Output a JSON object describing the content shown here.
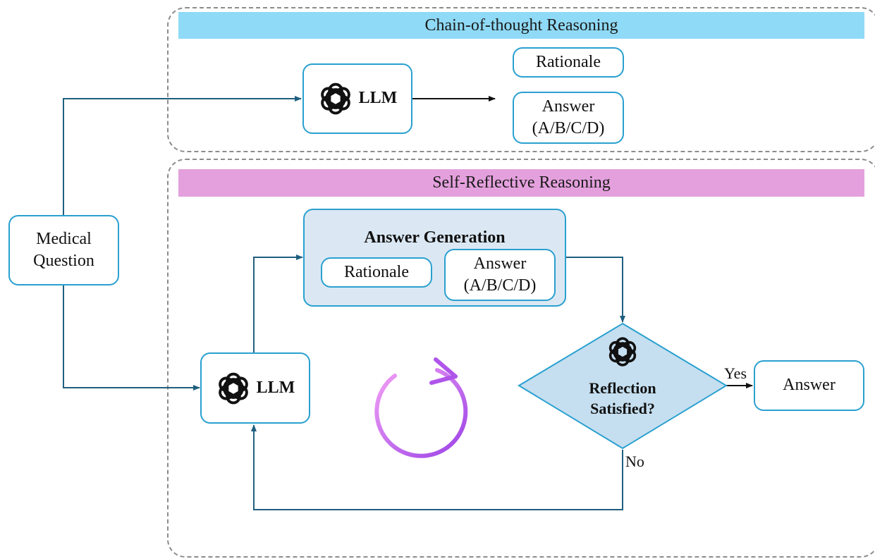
{
  "cot": {
    "title": "Chain-of-thought Reasoning",
    "banner_color": "#8fdaf6",
    "llm_label": "LLM",
    "rationale_label": "Rationale",
    "answer_label": "Answer",
    "answer_choices": "(A/B/C/D)"
  },
  "srr": {
    "title": "Self-Reflective Reasoning",
    "banner_color": "#e4a0dd",
    "llm_label": "LLM",
    "generation": {
      "title": "Answer Generation",
      "rationale_label": "Rationale",
      "answer_label": "Answer",
      "answer_choices": "(A/B/C/D)"
    },
    "reflection": {
      "line1": "Reflection",
      "line2": "Satisfied?"
    },
    "yes_label": "Yes",
    "no_label": "No",
    "final_answer_label": "Answer"
  },
  "input": {
    "line1": "Medical",
    "line2": "Question"
  },
  "colors": {
    "box_border": "#2aa0cf",
    "arrow": "#1f5f7f",
    "generation_fill": "#dbe8f4",
    "diamond_fill": "#c5dff0",
    "loop_gradient": [
      "#f3a0f5",
      "#9b42e6"
    ]
  },
  "icons": {
    "llm": "openai-logo-icon",
    "loop": "refresh-cycle-icon"
  }
}
